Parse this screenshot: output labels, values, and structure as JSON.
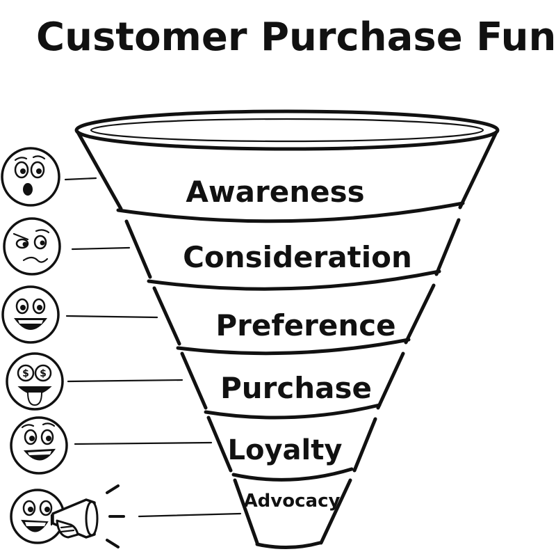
{
  "title": "Customer Purchase Funnel",
  "stages": [
    {
      "label": "Awareness",
      "face": "surprised-face-icon"
    },
    {
      "label": "Consideration",
      "face": "skeptical-face-icon"
    },
    {
      "label": "Preference",
      "face": "happy-face-icon"
    },
    {
      "label": "Purchase",
      "face": "money-eyes-face-icon"
    },
    {
      "label": "Loyalty",
      "face": "smiling-face-icon"
    },
    {
      "label": "Advocacy",
      "face": "megaphone-face-icon"
    }
  ]
}
